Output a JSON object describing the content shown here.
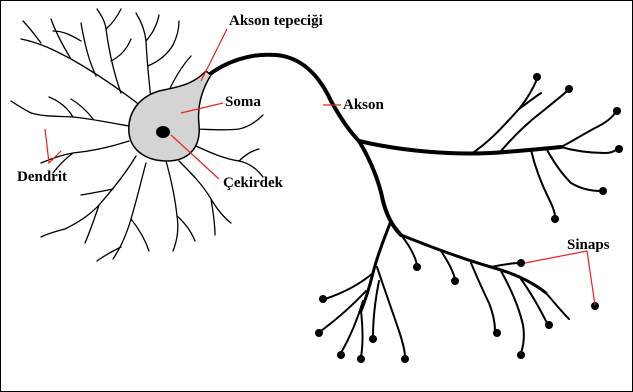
{
  "labels": {
    "axon_hillock": "Akson tepeciği",
    "soma": "Soma",
    "axon": "Akson",
    "dendrite": "Dendrit",
    "nucleus": "Çekirdek",
    "synapse": "Sinaps"
  },
  "colors": {
    "border": "#000000",
    "neuron": "#000000",
    "soma_fill": "#d4d4d4",
    "pointer": "#e8231c"
  }
}
